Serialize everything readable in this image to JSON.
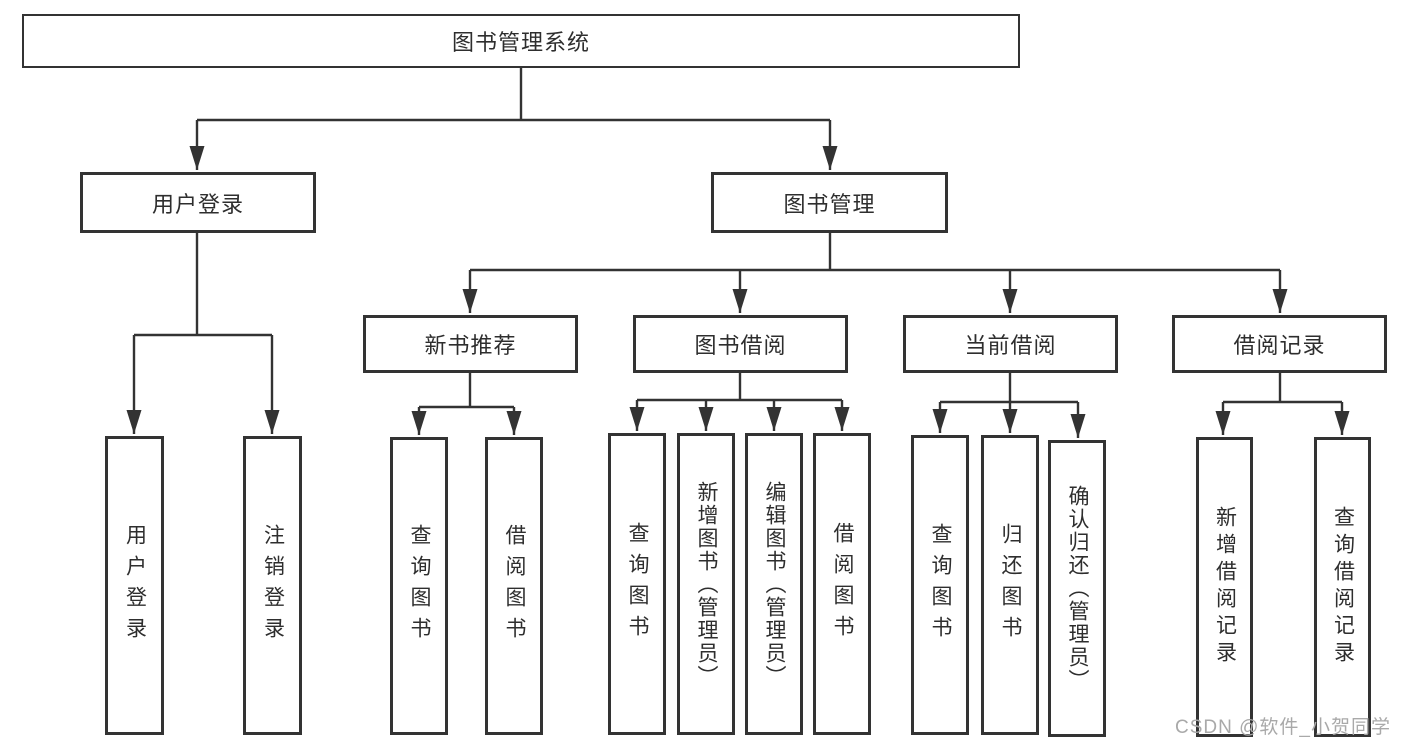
{
  "diagram_title": "图书管理系统",
  "tree": {
    "root": {
      "label": "图书管理系统"
    },
    "branches": [
      {
        "label": "用户登录",
        "children": [
          {
            "label": "用户登录"
          },
          {
            "label": "注销登录"
          }
        ]
      },
      {
        "label": "图书管理",
        "children": [
          {
            "label": "新书推荐",
            "children": [
              {
                "label": "查询图书"
              },
              {
                "label": "借阅图书"
              }
            ]
          },
          {
            "label": "图书借阅",
            "children": [
              {
                "label": "查询图书"
              },
              {
                "label": "新增图书（管理员）"
              },
              {
                "label": "编辑图书（管理员）"
              },
              {
                "label": "借阅图书"
              }
            ]
          },
          {
            "label": "当前借阅",
            "children": [
              {
                "label": "查询图书"
              },
              {
                "label": "归还图书"
              },
              {
                "label": "确认归还（管理员）"
              }
            ]
          },
          {
            "label": "借阅记录",
            "children": [
              {
                "label": "新增借阅记录"
              },
              {
                "label": "查询借阅记录"
              }
            ]
          }
        ]
      }
    ]
  },
  "watermark": {
    "text": "CSDN @软件_小贺同学"
  },
  "colors": {
    "line": "#333333",
    "text": "#2e2e2e",
    "bg": "#ffffff",
    "watermark": "#a9a9a9"
  }
}
